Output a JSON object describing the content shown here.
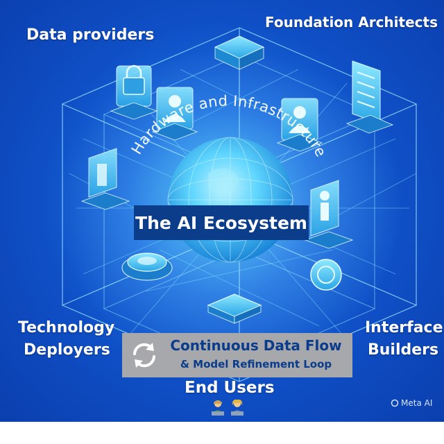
{
  "labels": {
    "data_providers": "Data providers",
    "foundation_architects": "Foundation Architects",
    "hardware_infrastructure": "Hardware and Infrastructure",
    "center_title": "The AI Ecosystem",
    "technology_deployers_line1": "Technology",
    "technology_deployers_line2": "Deployers",
    "interface_builders_line1": "Interface",
    "interface_builders_line2": "Builders",
    "end_users": "End Users"
  },
  "flow_box": {
    "line1": "Continuous Data Flow",
    "line2": "& Model Refinement Loop",
    "icon": "refresh-cycle-icon"
  },
  "watermark": {
    "text": "Meta AI",
    "icon": "ring-icon"
  },
  "icons": [
    "user-with-laptop-icon",
    "user-with-laptop-icon"
  ],
  "colors": {
    "background_deep": "#0b3fae",
    "background_glow": "#37b8f6",
    "label_text": "#ffffff",
    "center_box": "#0c3d8a",
    "flow_box": "#a6a8ab",
    "flow_text": "#0b3c8c"
  }
}
